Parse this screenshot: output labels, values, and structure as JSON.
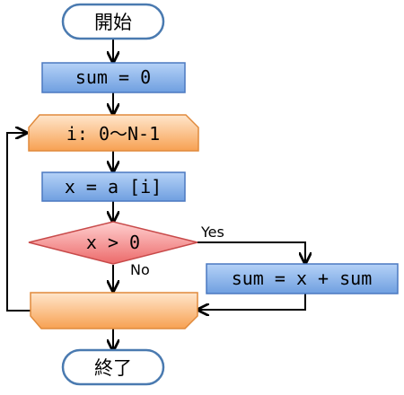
{
  "flowchart": {
    "start_label": "開始",
    "init_sum": "sum = 0",
    "loop_header": "i: 0〜N-1",
    "assign_x": "x = a [i]",
    "condition": "x > 0",
    "yes_label": "Yes",
    "no_label": "No",
    "accumulate": "sum = x + sum",
    "end_label": "終了"
  },
  "colors": {
    "terminal_border": "#4a7ab0",
    "process_fill_top": "#aecdf5",
    "process_fill_bottom": "#6e9fe0",
    "process_border": "#4b79c0",
    "loop_fill_top": "#ffe0c2",
    "loop_fill_bottom": "#f6a45a",
    "loop_border": "#e08a3c",
    "decision_fill_top": "#ffc4c4",
    "decision_fill_bottom": "#ee6c6c",
    "decision_border": "#c84a4a",
    "connector": "#000000"
  }
}
